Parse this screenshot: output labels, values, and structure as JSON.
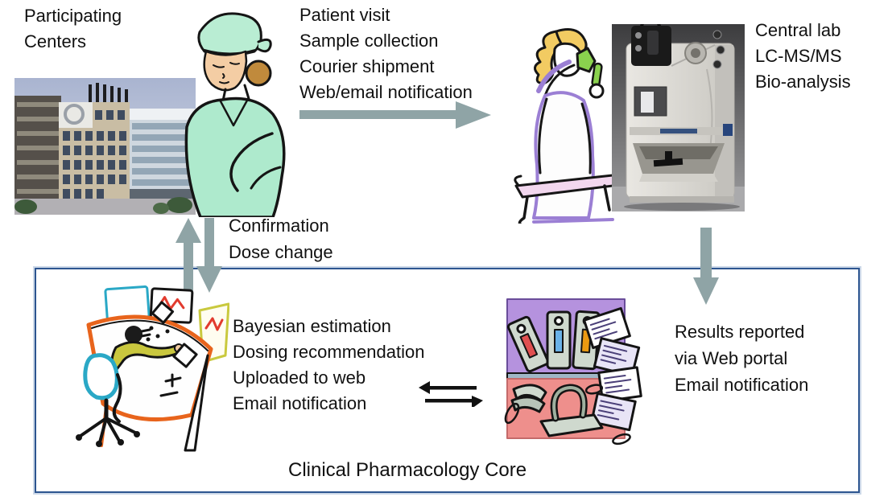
{
  "colors": {
    "flow_arrow": "#8FA4A6",
    "core_box_border": "#2D5590",
    "text": "#111111",
    "black_arrow": "#111111"
  },
  "labels": {
    "participating_centers": {
      "lines": [
        "Participating",
        "Centers"
      ]
    },
    "to_central_lab": {
      "lines": [
        "Patient visit",
        "Sample collection",
        "Courier shipment",
        "Web/email notification"
      ]
    },
    "central_lab": {
      "lines": [
        "Central lab",
        "LC-MS/MS",
        "Bio-analysis"
      ]
    },
    "feedback": {
      "lines": [
        "Confirmation",
        "Dose change"
      ]
    },
    "core_tasks": {
      "lines": [
        "Bayesian estimation",
        "Dosing recommendation",
        "Uploaded to web",
        "Email notification"
      ]
    },
    "results": {
      "lines": [
        "Results reported",
        "via Web portal",
        "Email notification"
      ]
    },
    "core_title": "Clinical Pharmacology Core"
  },
  "illustrations": {
    "hospital_photo": "participating-center-hospital-building-photo",
    "nurse": "nurse-in-scrubs-clipart",
    "lab_technician": "lab-technician-with-flask-clipart",
    "lcms_instrument": "lc-ms-ms-instrument-photo",
    "analyst_desk": "analyst-at-workstation-clipart",
    "records_archive": "records-archive-binders-clipart"
  },
  "arrows": {
    "to_lab": "right",
    "lab_to_core": "down",
    "core_to_centers": "up-down-pair",
    "core_internal": "left-right-pair"
  }
}
